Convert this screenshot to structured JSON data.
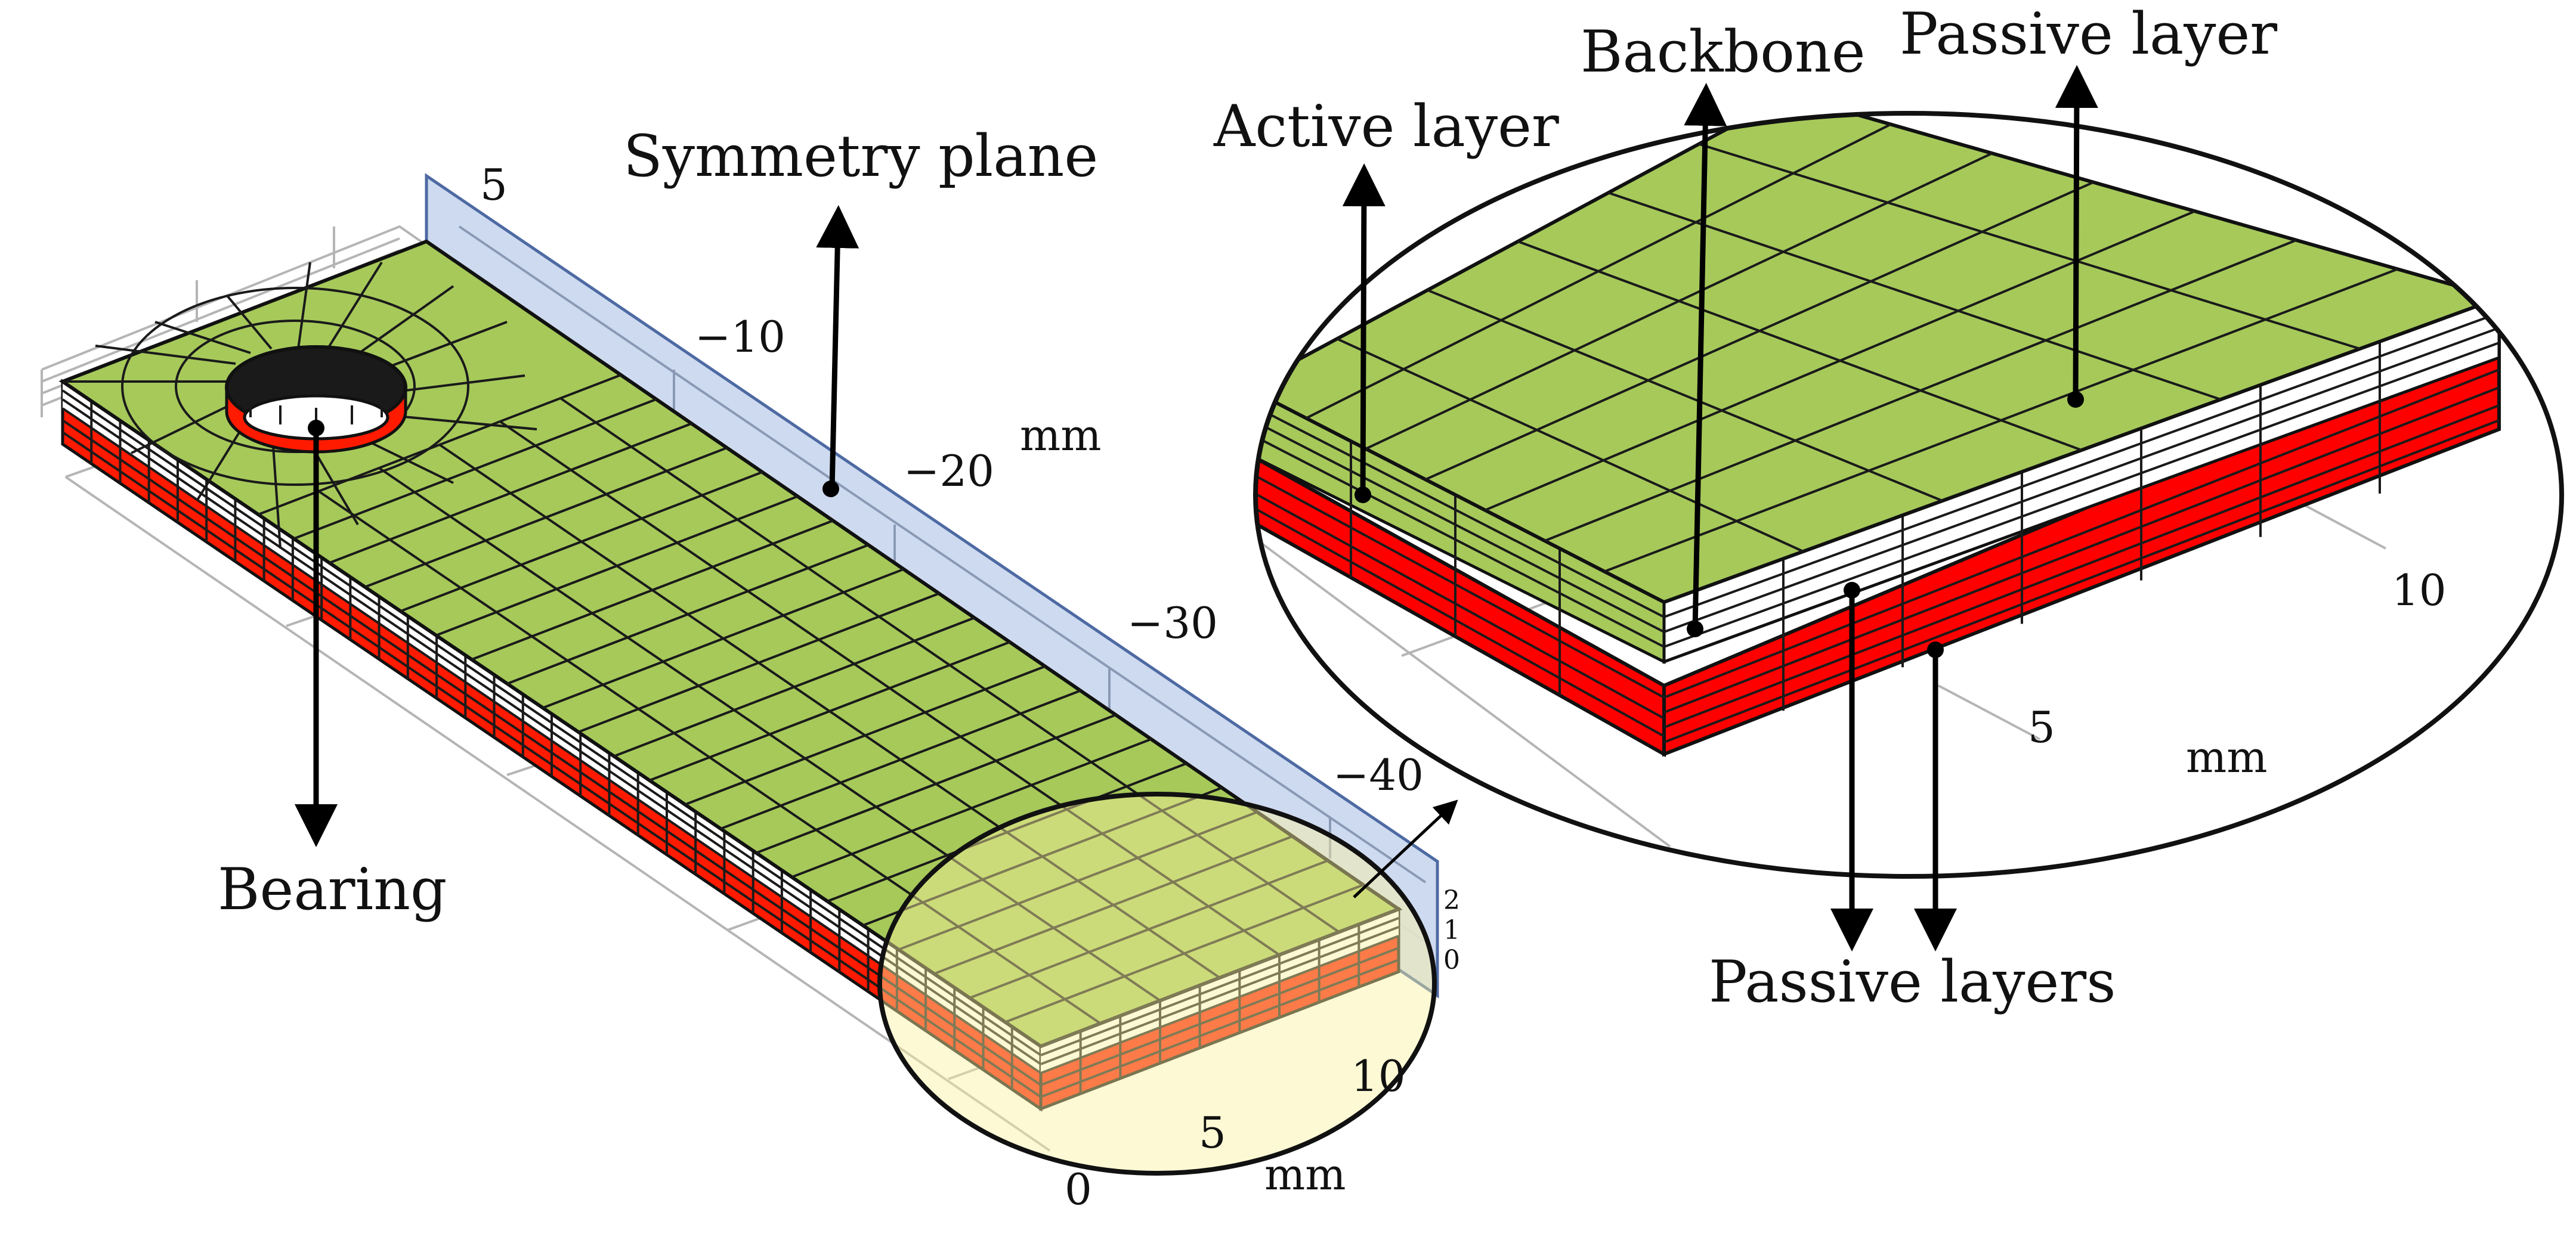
{
  "labels": {
    "symmetry_plane": "Symmetry plane",
    "bearing": "Bearing",
    "active_layer": "Active layer",
    "backbone": "Backbone",
    "passive_layer": "Passive layer",
    "passive_layers": "Passive layers"
  },
  "left_view": {
    "y_ticks": [
      "5",
      "−10",
      "−20",
      "−30",
      "−40"
    ],
    "unit": "mm",
    "z_ticks": [
      "2",
      "1",
      "0"
    ],
    "x_ticks": [
      "0",
      "5",
      "10"
    ],
    "x_unit": "mm"
  },
  "zoom_view": {
    "ticks": [
      "10",
      "5"
    ],
    "unit": "mm"
  },
  "colors": {
    "top_face": "#a6c95a",
    "active_layer": "#ff0000",
    "passive_white": "#ffffff",
    "symmetry_plane": "#c9d6ee",
    "highlight": "#fbf7c6"
  }
}
